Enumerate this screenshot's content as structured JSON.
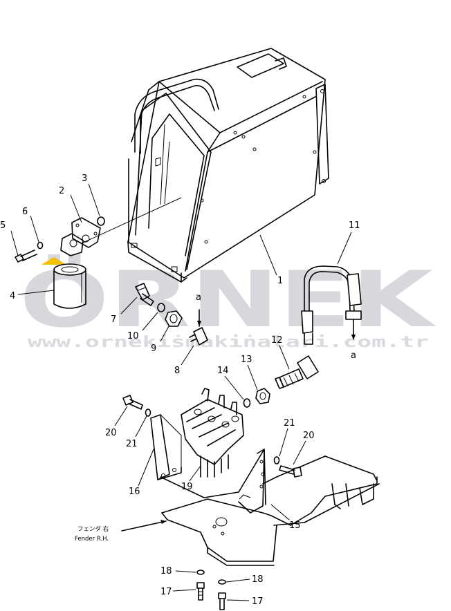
{
  "watermark": {
    "brand": "ÖRNEK",
    "url": "www.orneki̇smaki̇nalari.com.tr",
    "brand_color": "#d7d7de",
    "accent_color": "#f2c200"
  },
  "callouts": [
    "1",
    "2",
    "3",
    "4",
    "5",
    "6",
    "7",
    "8",
    "9",
    "10",
    "11",
    "12",
    "13",
    "14",
    "15",
    "16",
    "17",
    "17",
    "18",
    "18",
    "19",
    "20",
    "20",
    "21",
    "21"
  ],
  "labels": {
    "c1": "1",
    "c2": "2",
    "c3": "3",
    "c4": "4",
    "c5": "5",
    "c6": "6",
    "c7": "7",
    "c8": "8",
    "c9": "9",
    "c10": "10",
    "c11": "11",
    "c12": "12",
    "c13": "13",
    "c14": "14",
    "c15": "15",
    "c16": "16",
    "c17a": "17",
    "c17b": "17",
    "c18a": "18",
    "c18b": "18",
    "c19": "19",
    "c20a": "20",
    "c20b": "20",
    "c21a": "21",
    "c21b": "21",
    "conn_a1": "a",
    "conn_a2": "a",
    "fender_jp": "フェンダ 右",
    "fender_en": "Fender R.H."
  }
}
